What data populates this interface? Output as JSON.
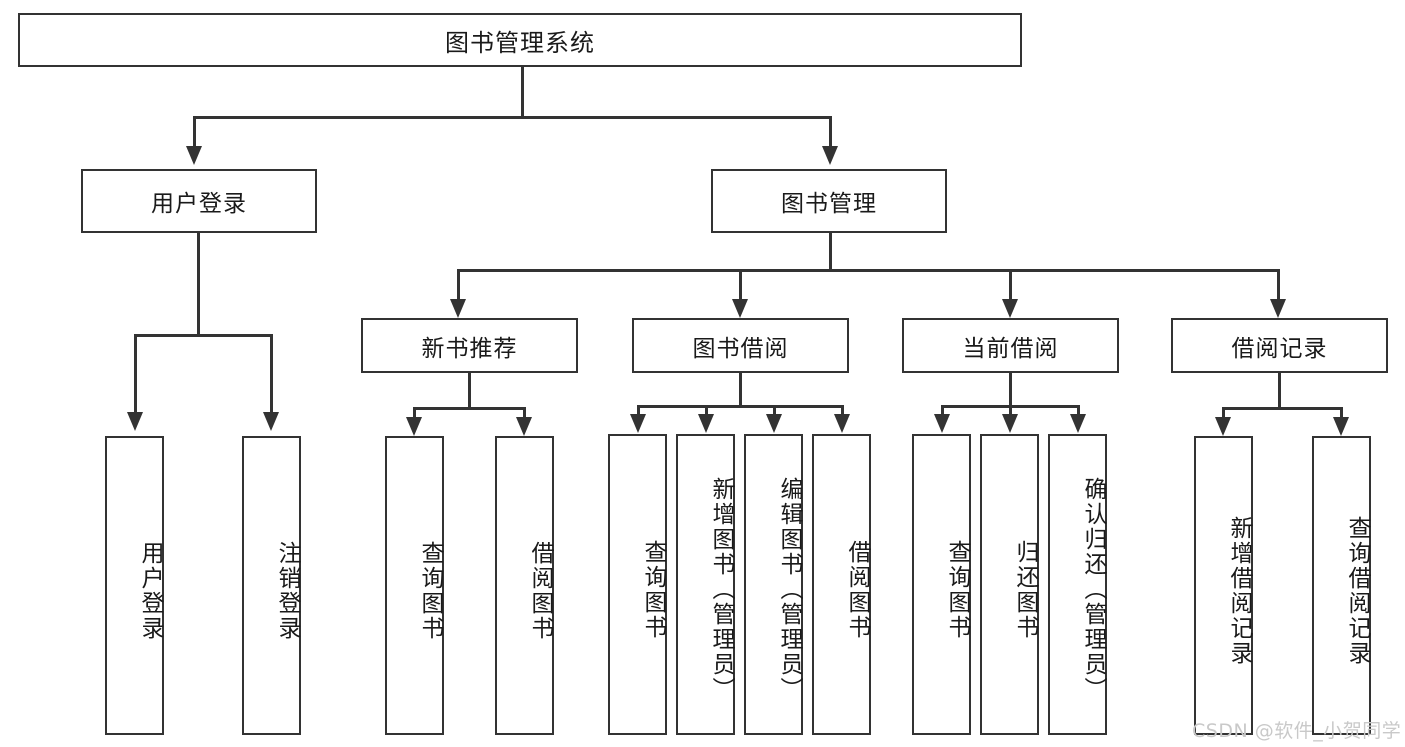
{
  "diagram": {
    "title": "图书管理系统",
    "type": "hierarchy-tree",
    "root": {
      "label": "图书管理系统"
    },
    "level2": [
      {
        "label": "用户登录"
      },
      {
        "label": "图书管理"
      }
    ],
    "level3": [
      {
        "label": "新书推荐"
      },
      {
        "label": "图书借阅"
      },
      {
        "label": "当前借阅"
      },
      {
        "label": "借阅记录"
      }
    ],
    "leaves": {
      "user_login": [
        {
          "label": "用户登录"
        },
        {
          "label": "注销登录"
        }
      ],
      "new_book_recommend": [
        {
          "label": "查询图书"
        },
        {
          "label": "借阅图书"
        }
      ],
      "book_borrow": [
        {
          "label": "查询图书"
        },
        {
          "label": "新增图书（管理员）"
        },
        {
          "label": "编辑图书（管理员）"
        },
        {
          "label": "借阅图书"
        }
      ],
      "current_borrow": [
        {
          "label": "查询图书"
        },
        {
          "label": "归还图书"
        },
        {
          "label": "确认归还（管理员）"
        }
      ],
      "borrow_record": [
        {
          "label": "新增借阅记录"
        },
        {
          "label": "查询借阅记录"
        }
      ]
    }
  },
  "watermark": {
    "text": "CSDN @软件_小贺同学"
  },
  "colors": {
    "stroke": "#333333",
    "background": "#ffffff",
    "text": "#1a1a1a",
    "watermark": "#c9c9c9"
  }
}
